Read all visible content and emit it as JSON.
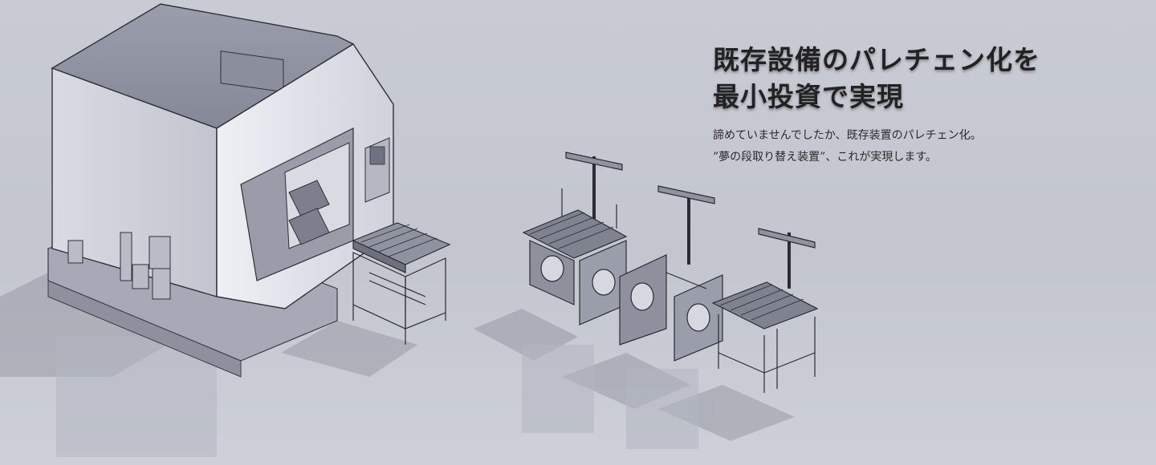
{
  "hero": {
    "headline_line1": "既存設備のパレチェン化を",
    "headline_line2": "最小投資で実現",
    "lead_line1": "諦めていませんでしたか、既存装置のパレチェン化。",
    "lead_line2": "”夢の段取り替え装置”、これが実現します。",
    "illustration_icon": "machine-tool-with-pallet-changers-illustration"
  }
}
